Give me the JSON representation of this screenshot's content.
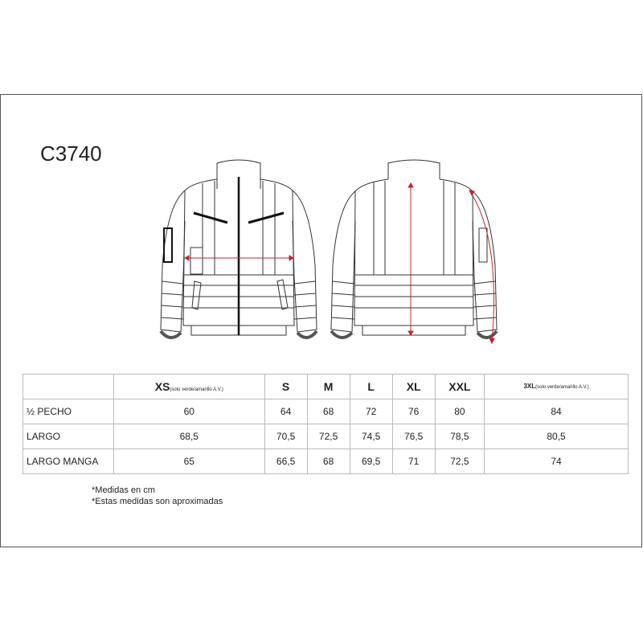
{
  "model_code": "C3740",
  "table": {
    "columns": [
      {
        "size": "XS",
        "note": "(solo verde/amarillo A.V.)"
      },
      {
        "size": "S",
        "note": ""
      },
      {
        "size": "M",
        "note": ""
      },
      {
        "size": "L",
        "note": ""
      },
      {
        "size": "XL",
        "note": ""
      },
      {
        "size": "XXL",
        "note": ""
      },
      {
        "size": "3XL",
        "note": "(solo verde/amarillo A.V.)"
      }
    ],
    "rows": [
      {
        "label": "½ PECHO",
        "values": [
          "60",
          "64",
          "68",
          "72",
          "76",
          "80",
          "84"
        ]
      },
      {
        "label": "LARGO",
        "values": [
          "68,5",
          "70,5",
          "72,5",
          "74,5",
          "76,5",
          "78,5",
          "80,5"
        ]
      },
      {
        "label": "LARGO MANGA",
        "values": [
          "65",
          "66,5",
          "68",
          "69,5",
          "71",
          "72,5",
          "74"
        ]
      }
    ]
  },
  "notes": [
    "*Medidas en cm",
    "*Estas medidas son aproximadas"
  ],
  "colors": {
    "measure": "#c0282d",
    "line": "#333333"
  }
}
